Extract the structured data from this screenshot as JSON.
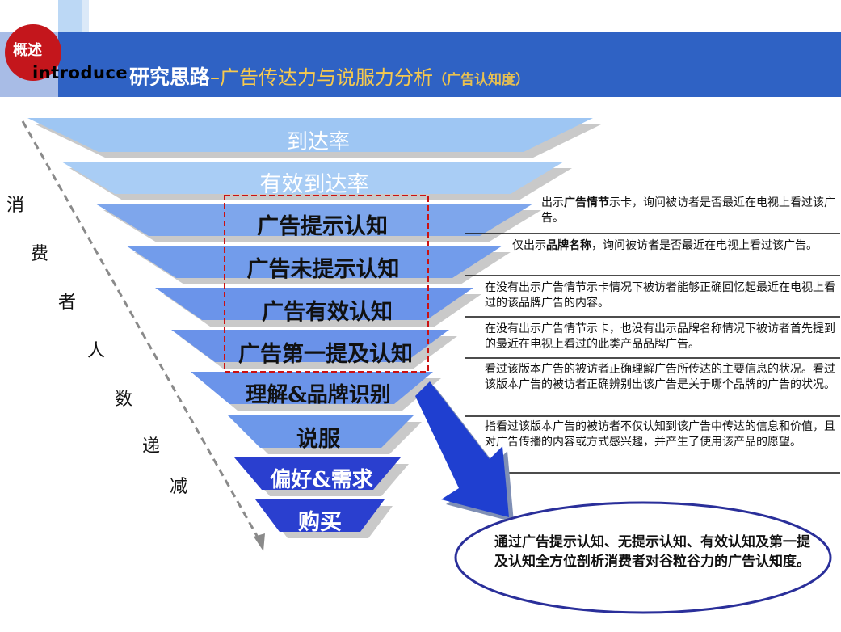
{
  "header": {
    "badge": "概述",
    "intro": "introduce",
    "title_main": "研究思路",
    "title_sep": "–",
    "title_sub": "广告传达力与说服力分析",
    "title_note": "（广告认知度）"
  },
  "funnel": {
    "levels": [
      "到达率",
      "有效到达率",
      "广告提示认知",
      "广告未提示认知",
      "广告有效认知",
      "广告第一提及认知",
      "理解&品牌识别",
      "说服",
      "偏好&需求",
      "购买"
    ]
  },
  "side_label": [
    "消",
    "费",
    "者",
    "人",
    "数",
    "递",
    "减"
  ],
  "descriptions": [
    {
      "pre": "出示",
      "bold": "广告情节",
      "post": "示卡，询问被访者是否最近在电视上看过该广告。"
    },
    {
      "pre": "仅出示",
      "bold": "品牌名称",
      "post": "，询问被访者是否最近在电视上看过该广告。"
    },
    {
      "pre": "在没有出示广告情节示卡情况下被访者能够正确回忆起最近在电视上看过的该品牌广告的内容。",
      "bold": "",
      "post": ""
    },
    {
      "pre": "在没有出示广告情节示卡，也没有出示品牌名称情况下被访者首先提到的最近在电视上看过的此类产品品牌广告。",
      "bold": "",
      "post": ""
    },
    {
      "pre": "看过该版本广告的被访者正确理解广告所传达的主要信息的状况。看过该版本广告的被访者正确辨别出该广告是关于哪个品牌的广告的状况。",
      "bold": "",
      "post": ""
    },
    {
      "pre": "指看过该版本广告的被访者不仅认知到该广告中传达的信息和价值，且对广告传播的内容或方式感兴趣，并产生了使用该产品的愿望。",
      "bold": "",
      "post": ""
    }
  ],
  "summary": "通过广告提示认知、无提示认知、有效认知及第一提及认知全方位剖析消费者对谷粒谷力的广告认知度。",
  "colors": {
    "header_bar": "#2f62c4",
    "badge": "#c4161c",
    "funnel_light": "#9cc4f2",
    "funnel_mid": "#6d98ea",
    "funnel_dark": "#2740cc",
    "highlight_box": "#cc1111",
    "arrow": "#1f3fd0",
    "ellipse": "#2a2f9a"
  }
}
